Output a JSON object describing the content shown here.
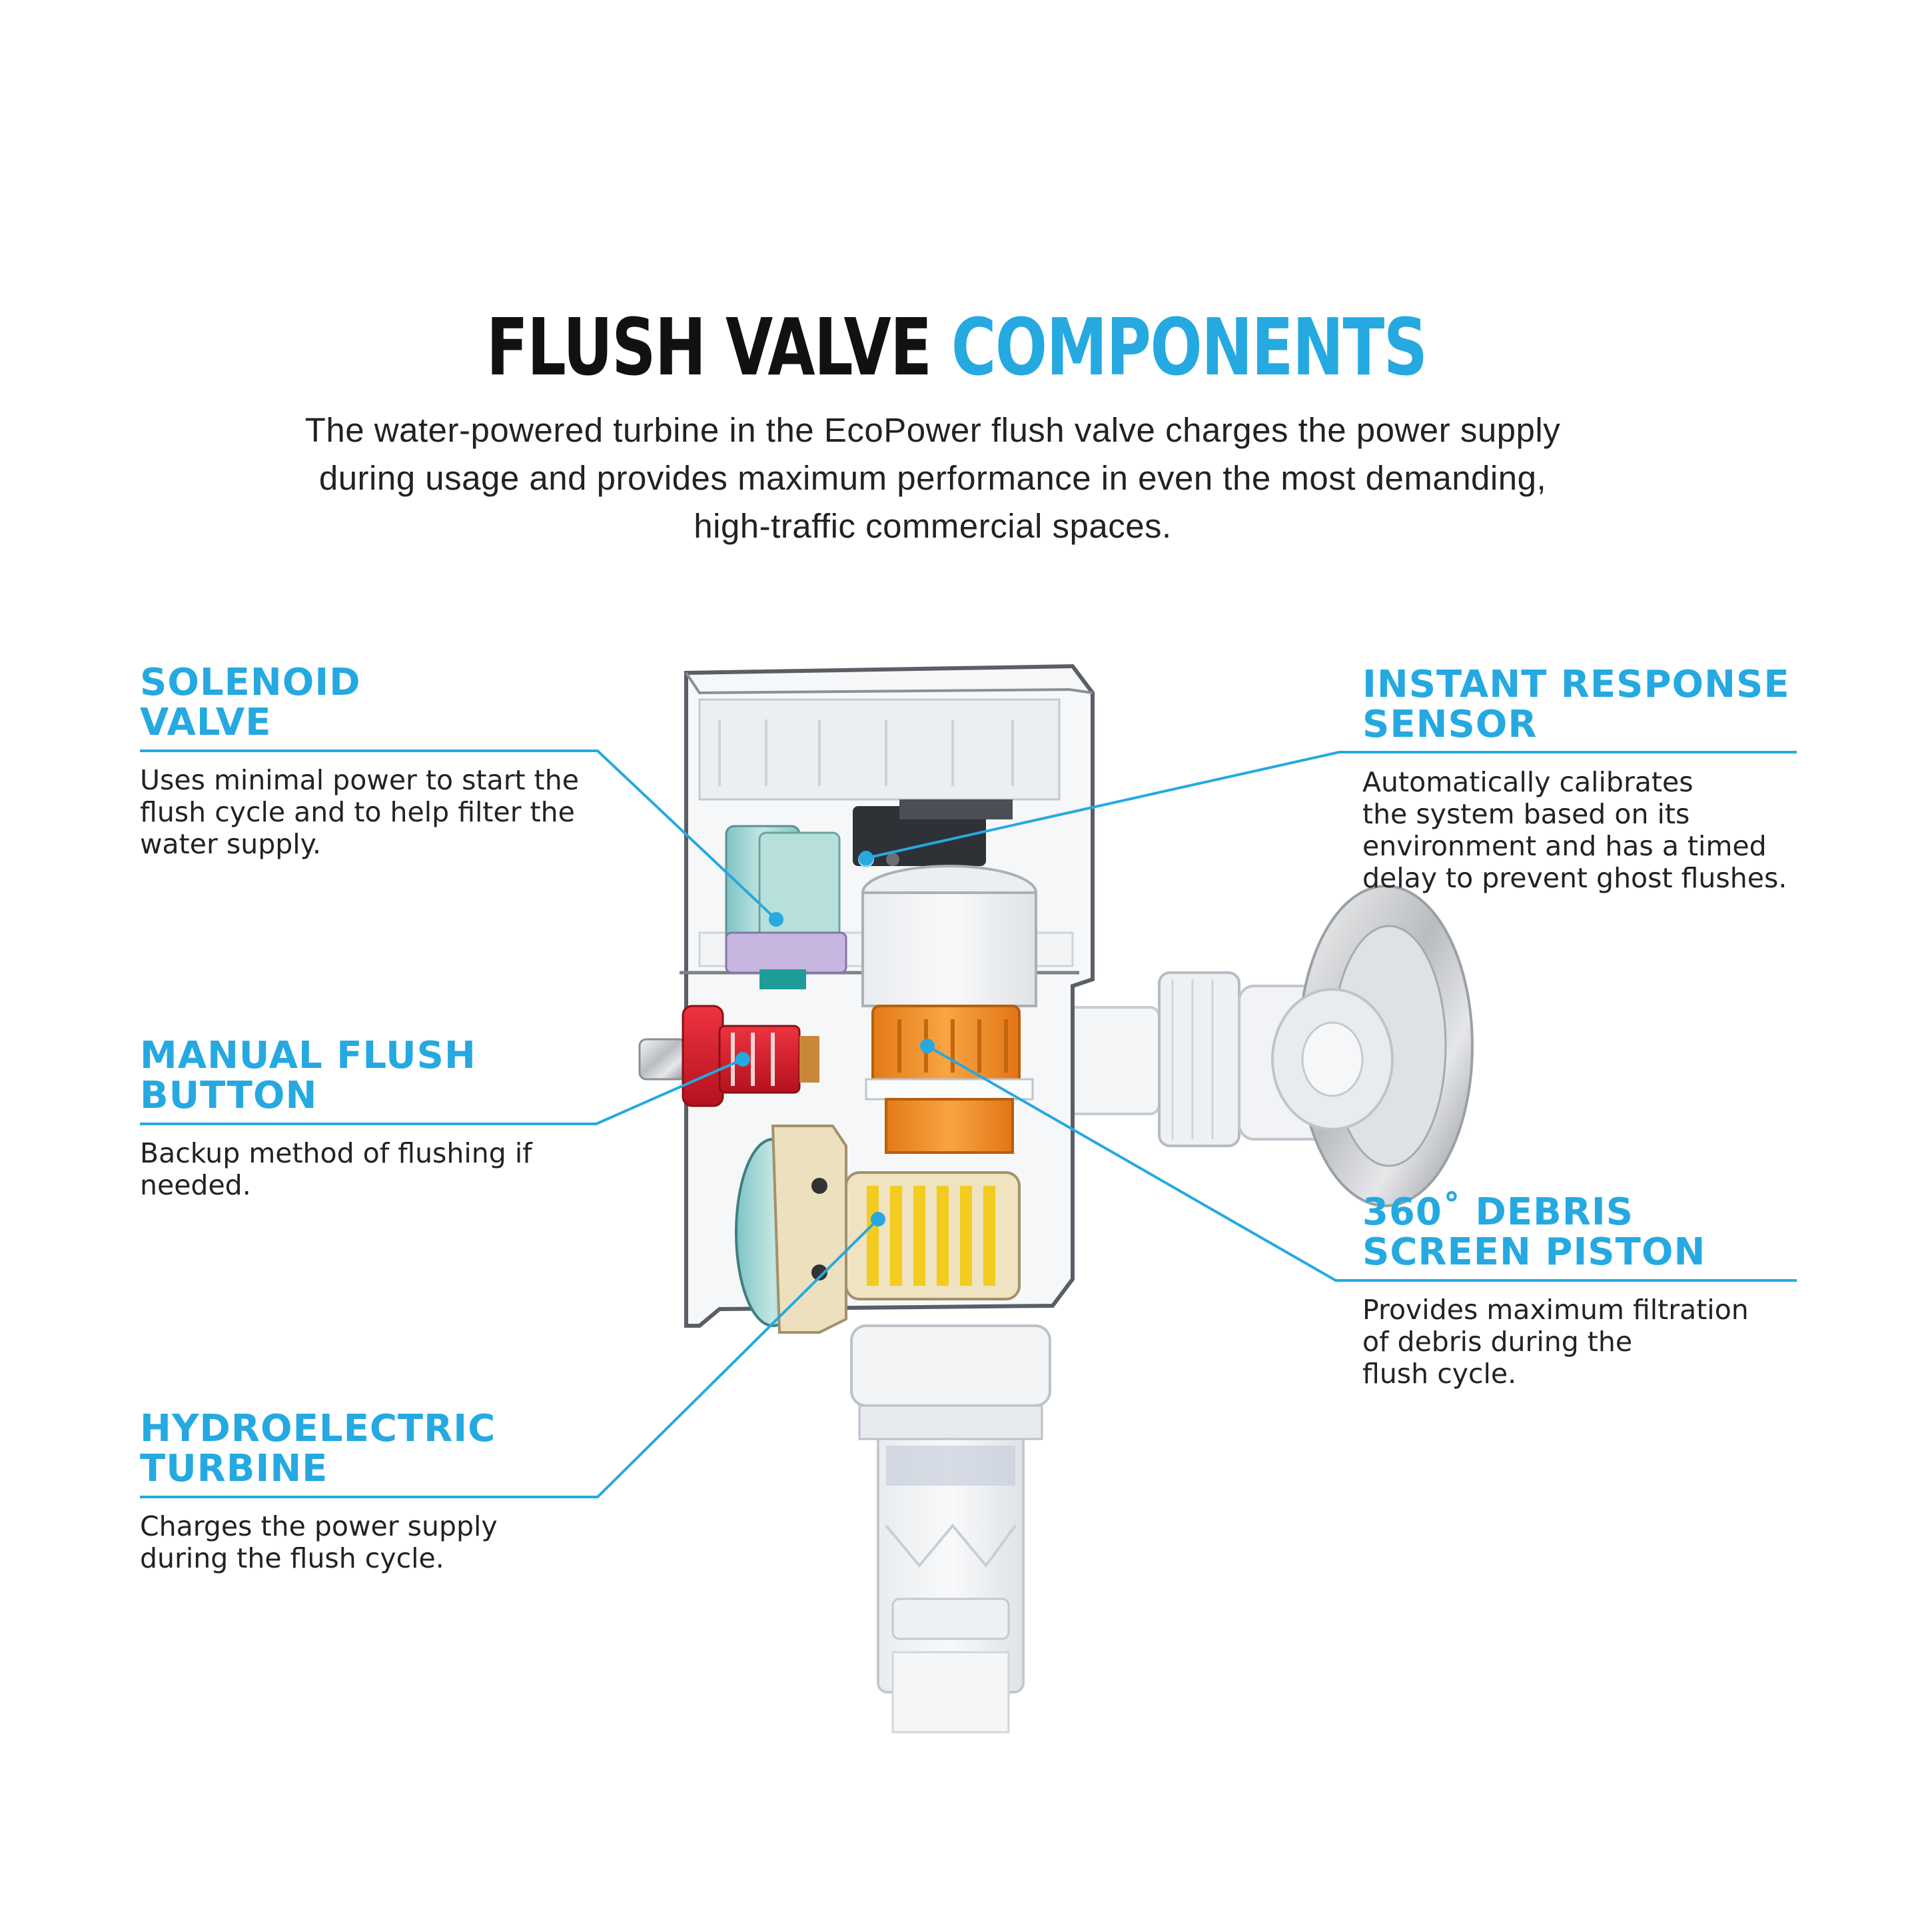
{
  "header": {
    "title_dark": "FLUSH VALVE",
    "title_blue": "COMPONENTS",
    "intro_lines": [
      "The water-powered turbine in the EcoPower flush valve charges the power supply",
      "during usage and provides maximum performance in even the most demanding,",
      "high-traffic commercial spaces."
    ]
  },
  "callouts": {
    "solenoid": {
      "title_lines": [
        "SOLENOID",
        "VALVE"
      ],
      "desc_lines": [
        "Uses minimal power to start the",
        "flush cycle and to help filter the",
        "water supply."
      ]
    },
    "manual": {
      "title_lines": [
        "MANUAL FLUSH",
        "BUTTON"
      ],
      "desc_lines": [
        "Backup method of flushing if",
        "needed."
      ]
    },
    "turbine": {
      "title_lines": [
        "HYDROELECTRIC",
        "TURBINE"
      ],
      "desc_lines": [
        "Charges the power supply",
        "during the flush cycle."
      ]
    },
    "sensor": {
      "title_lines": [
        "INSTANT RESPONSE",
        "SENSOR"
      ],
      "desc_lines": [
        "Automatically calibrates",
        "the system based on its",
        "environment and has a timed",
        "delay to prevent ghost flushes."
      ]
    },
    "piston": {
      "title_lines": [
        "360˚ DEBRIS",
        "SCREEN PISTON"
      ],
      "desc_lines": [
        "Provides maximum filtration",
        "of debris during the",
        "flush cycle."
      ]
    }
  },
  "colors": {
    "accent": "#25a9e0",
    "title_dark": "#111111",
    "text": "#222222",
    "manual_button": "#d81e2a",
    "piston": "#f5912b",
    "turbine_body": "#e9dcb8",
    "turbine_coil": "#f2cc1e",
    "solenoid": "#a8d8d2"
  }
}
